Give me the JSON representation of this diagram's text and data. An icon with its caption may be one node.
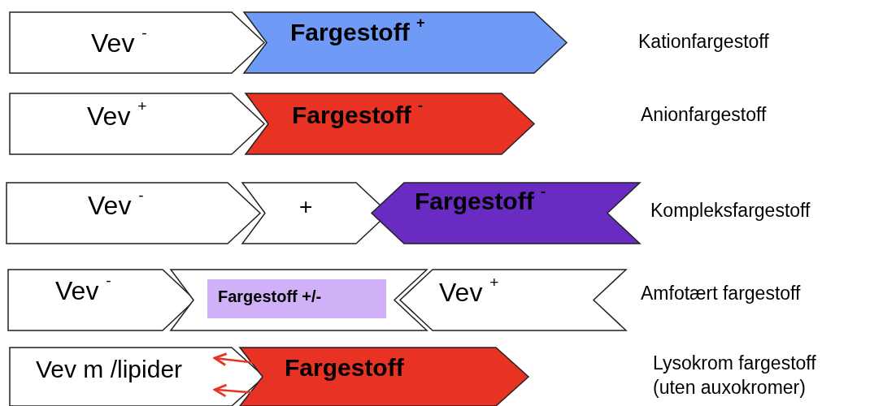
{
  "diagram": {
    "nodes": [
      {
        "text": [
          "Vev $^{-}$"
        ]
      },
      {
        "text": [
          "Fargestoff $^{+}$"
        ]
      },
      {
        "text": [
          "Vev $^{+}$"
        ]
      },
      {
        "text": [
          "Fargestoff $^{-}$"
        ]
      },
      {
        "text": [
          "Vev $^{-}$"
        ]
      },
      {
        "text": [
          "+"
        ]
      },
      {
        "text": [
          "Fargestoff $^{-}$"
        ]
      },
      {
        "text": [
          "Vev $^{-}$"
        ]
      },
      {
        "text": [],
        "shape": "chevron"
      },
      {
        "text": [
          "Fargestoff +/-"
        ],
        "in": 8
      },
      {
        "text": [
          "Vev $^{+}$"
        ]
      },
      {
        "text": [
          "Vev m /lipider"
        ]
      },
      {
        "text": [
          "Fargestoff"
        ]
      }
    ],
    "edges": [
      {
        "from": 12,
        "to": 11,
        "arrow": "to"
      },
      {
        "from": 12,
        "to": 11,
        "arrow": "to"
      }
    ],
    "labels": [
      "Kationfargestoff",
      "Anionfargestoff",
      "Kompleksfargestoff",
      "Amfotært fargestoff",
      "Lysokrom fargestoff (uten auxokromer)"
    ]
  }
}
